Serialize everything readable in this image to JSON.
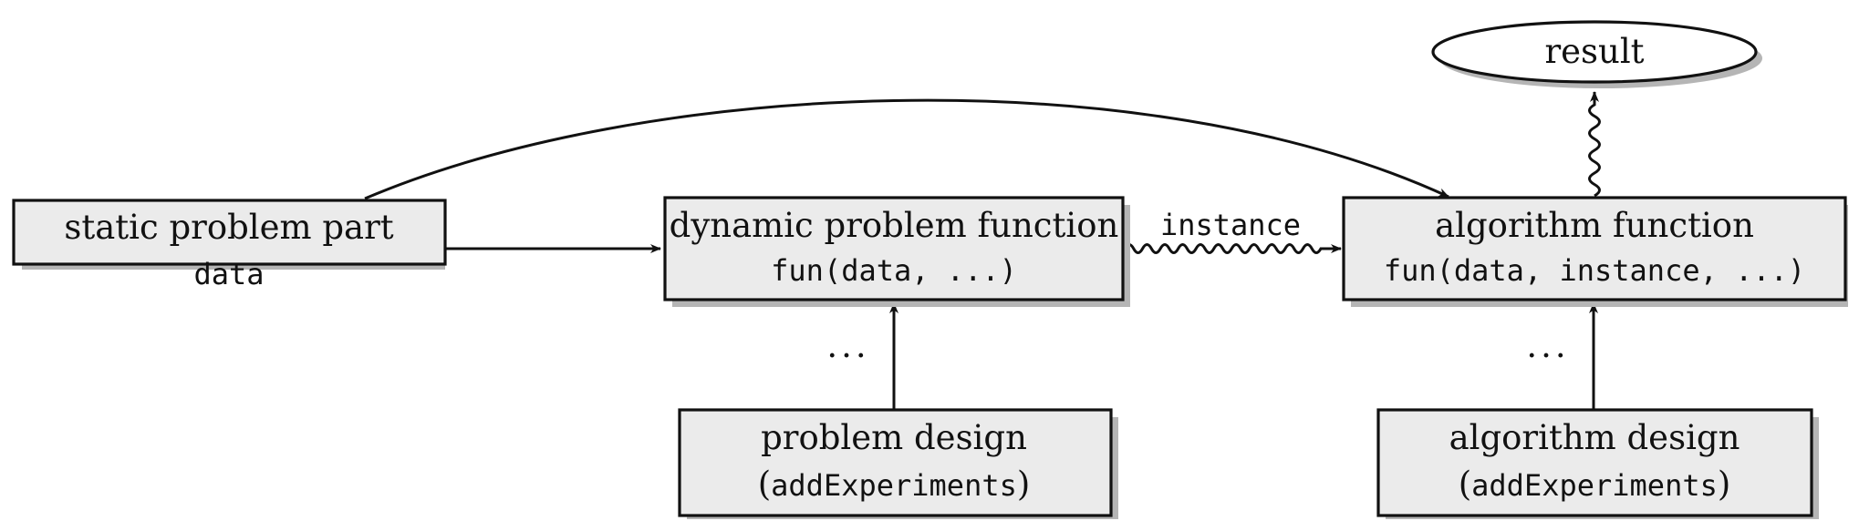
{
  "nodes": {
    "static_problem": {
      "line1": "static problem part",
      "line2": "data"
    },
    "dynamic_problem": {
      "line1": "dynamic problem function",
      "line2": "fun(data, ...)"
    },
    "algorithm_function": {
      "line1": "algorithm function",
      "line2": "fun(data, instance, ...)"
    },
    "problem_design": {
      "line1": "problem design",
      "paren_open": "(",
      "code": "addExperiments",
      "paren_close": ")"
    },
    "algorithm_design": {
      "line1": "algorithm design",
      "paren_open": "(",
      "code": "addExperiments",
      "paren_close": ")"
    },
    "result": {
      "label": "result"
    }
  },
  "edges": {
    "instance_label": "instance",
    "ellipsis_problem": "...",
    "ellipsis_algorithm": "..."
  }
}
